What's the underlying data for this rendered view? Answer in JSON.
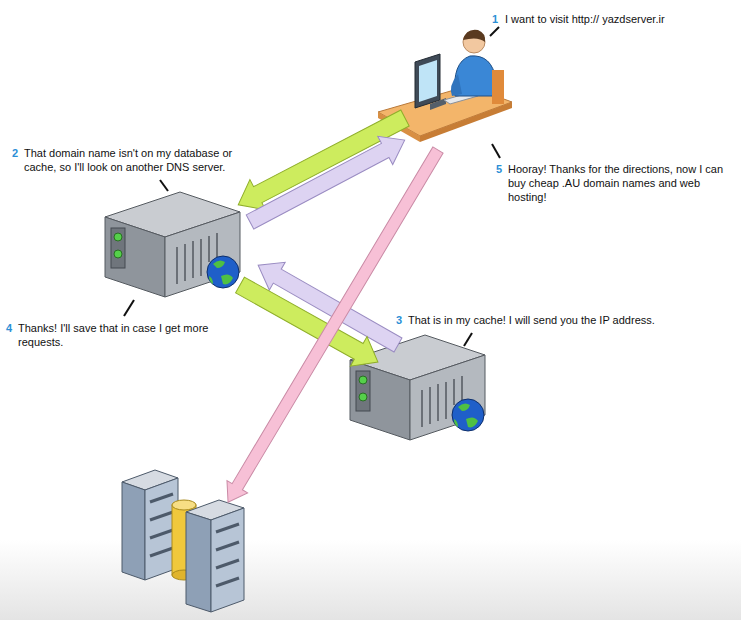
{
  "diagram": {
    "labels": [
      "1",
      "I want to visit http:// yazdserver.ir",
      "2",
      "That domain name isn't on my database or cache, so I'll look on another DNS server.",
      "3",
      "That is in my cache! I will send you the IP address.",
      "4",
      "Thanks! I'll save that in case I get more requests.",
      "5",
      "Hooray! Thanks for the directions, now I can buy cheap .AU domain names and web hosting!"
    ]
  }
}
